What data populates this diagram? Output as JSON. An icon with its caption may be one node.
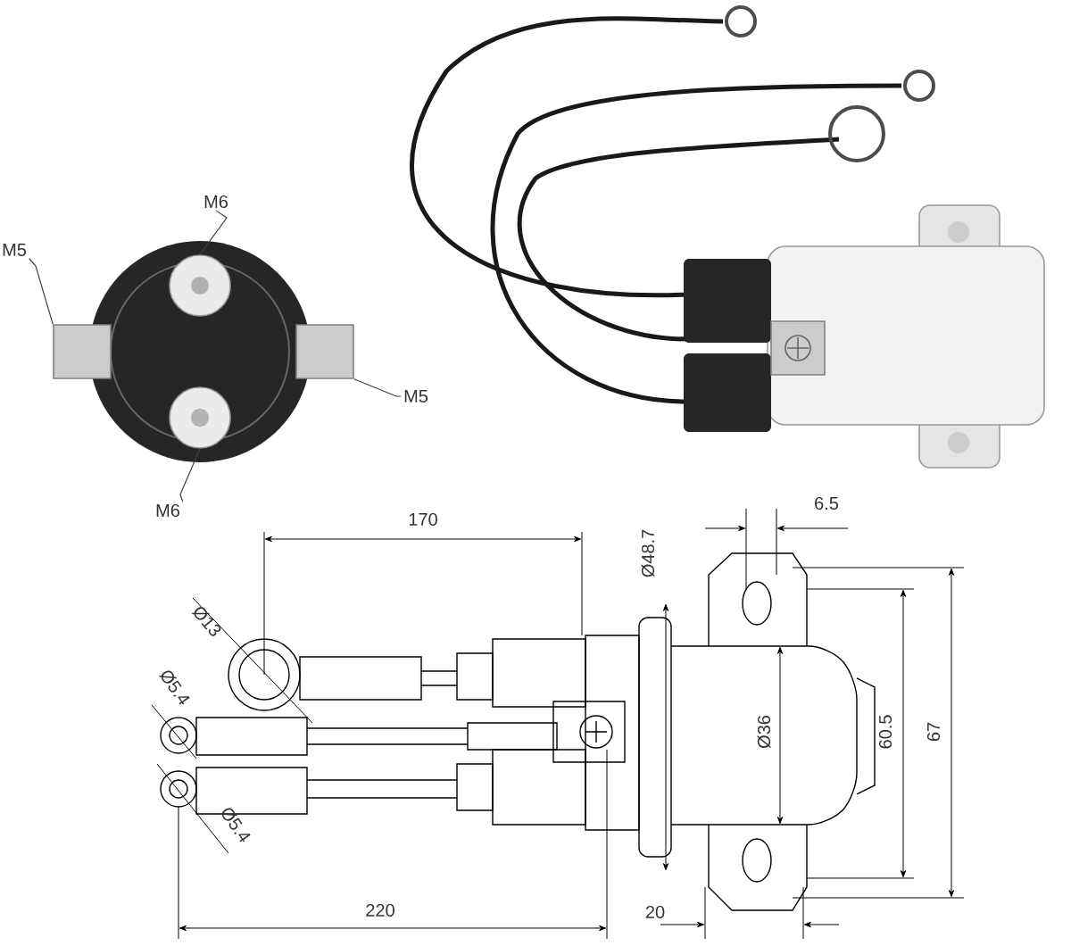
{
  "diagram": {
    "nodes": [
      {
        "text": [
          "M6"
        ]
      },
      {
        "text": [
          "M5"
        ]
      },
      {
        "text": [
          "M5"
        ]
      },
      {
        "text": [
          "M6"
        ]
      },
      {
        "text": [],
        "shape": "circle"
      },
      {
        "text": [],
        "shape": "box"
      },
      {
        "text": [],
        "shape": "box"
      },
      {
        "text": [],
        "shape": "circle"
      }
    ],
    "edges": [
      {
        "from": 0,
        "to": 4,
        "arrow": "none"
      },
      {
        "from": 1,
        "to": 5,
        "arrow": "none"
      },
      {
        "from": 2,
        "to": 6,
        "arrow": "none"
      },
      {
        "from": 3,
        "to": 7,
        "arrow": "none"
      }
    ],
    "labels": [
      "6.5",
      "170",
      "Ø48.7",
      "Ø13",
      "Ø5.4",
      "Ø36",
      "60.5",
      "67",
      "Ø5.4",
      "220",
      "20"
    ]
  }
}
